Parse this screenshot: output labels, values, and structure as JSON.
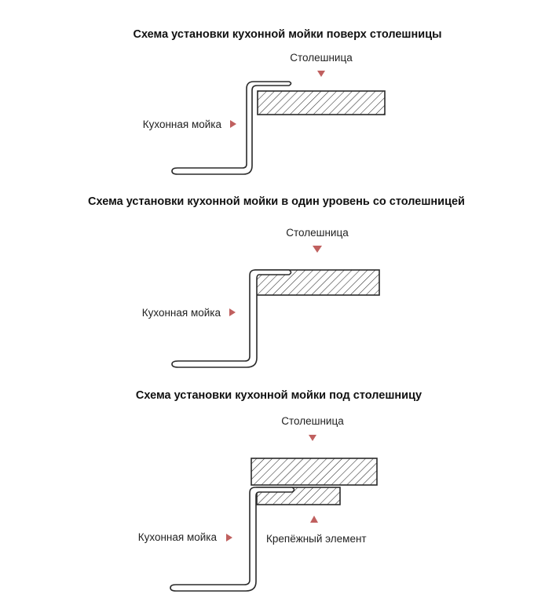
{
  "sections": [
    {
      "title": "Схема установки кухонной мойки поверх столешницы",
      "countertop_label": "Столешница",
      "sink_label": "Кухонная мойка"
    },
    {
      "title": "Схема установки кухонной мойки в один уровень со столешницей",
      "countertop_label": "Столешница",
      "sink_label": "Кухонная мойка"
    },
    {
      "title": "Схема установки кухонной мойки под столешницу",
      "countertop_label": "Столешница",
      "sink_label": "Кухонная мойка",
      "fastener_label": "Крепёжный элемент"
    }
  ],
  "colors": {
    "arrow": "#c0605f",
    "line": "#2a2a2a",
    "text": "#111111"
  }
}
